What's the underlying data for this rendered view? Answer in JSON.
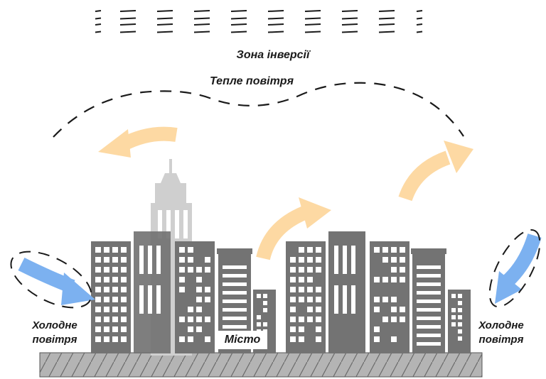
{
  "labels": {
    "inversion_zone": "Зона інверсії",
    "warm_air": "Тепле повітря",
    "cold_air_left_line1": "Холодне",
    "cold_air_left_line2": "повітря",
    "cold_air_right_line1": "Холодне",
    "cold_air_right_line2": "повітря",
    "city": "Місто"
  },
  "colors": {
    "warm_arrow": "#fdd9a3",
    "cold_arrow": "#7cb1f0",
    "building": "#737373",
    "building_light": "#cfcfcf",
    "window": "#ffffff",
    "ground": "#b4b4b4",
    "dash": "#1a1a1a"
  },
  "icons": {
    "warm_arrows": "curved-arrow-icon",
    "cold_arrows": "curved-arrow-icon"
  }
}
